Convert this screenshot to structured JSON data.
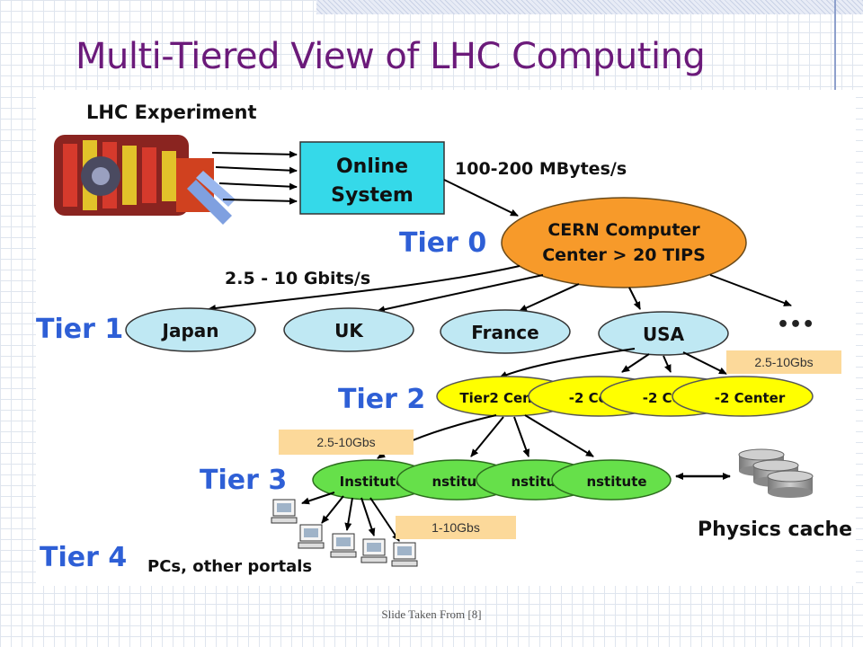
{
  "slide": {
    "title": "Multi-Tiered View of LHC Computing",
    "footer": "Slide Taken From [8]"
  },
  "diagram": {
    "experiment_label": "LHC Experiment",
    "online_system": [
      "Online",
      "System"
    ],
    "cern_center": [
      "CERN Computer",
      "Center > 20 TIPS"
    ],
    "rate_to_cern": "100-200 MBytes/s",
    "link_tier1": "2.5 - 10 Gbits/s",
    "tiers": {
      "tier0": "Tier 0",
      "tier1": "Tier 1",
      "tier2": "Tier 2",
      "tier3": "Tier 3",
      "tier4": "Tier 4"
    },
    "tier1_sites": [
      "Japan",
      "UK",
      "France",
      "USA"
    ],
    "ellipsis": "•••",
    "tier2_centers": [
      "Tier2 Center",
      "-2 Center",
      "-2 Center",
      "-2 Center"
    ],
    "institutes": [
      "Institute",
      "nstitute",
      "nstitute",
      "nstitute"
    ],
    "physics_cache": "Physics cache",
    "pcs_label": "PCs, other portals"
  },
  "notes": {
    "tier2_bandwidth": "2.5-10Gbs",
    "tier3_bandwidth": "2.5-10Gbs",
    "tier4_bandwidth": "1-10Gbs"
  },
  "colors": {
    "title": "#6b1a7a",
    "tier_label": "#2e5fd6",
    "online_box": "#35d9e9",
    "cern_ellipse": "#f79a2a",
    "tier1_ellipse": "#bfe8f3",
    "tier2_ellipse": "#ffff00",
    "institute_ellipse": "#66e04a",
    "note_bg": "#fcd99a"
  }
}
